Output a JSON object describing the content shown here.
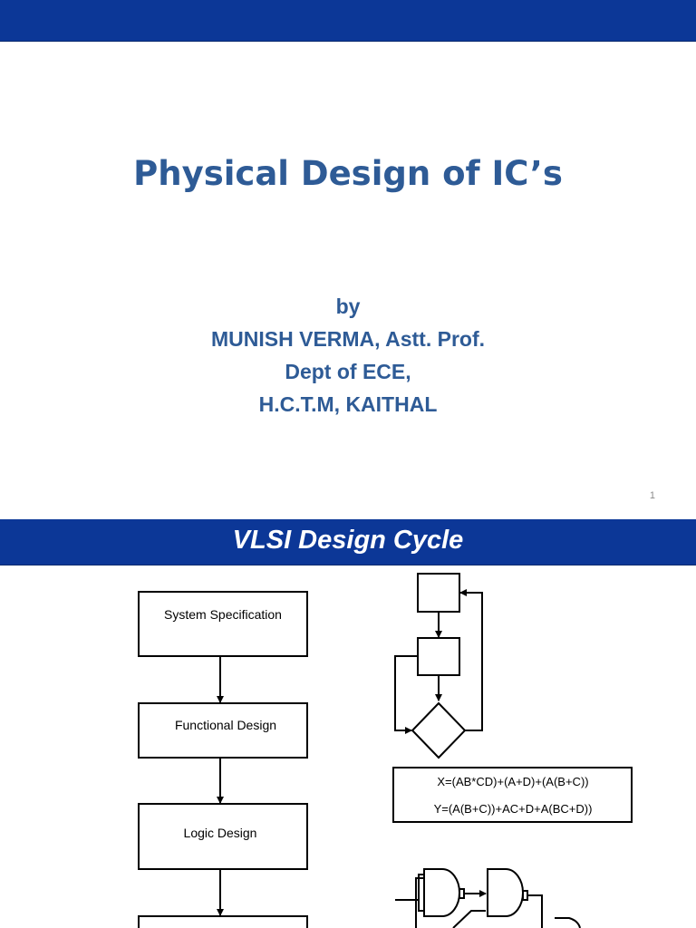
{
  "slide1": {
    "title": "Physical Design of IC’s",
    "author_lines": [
      "by",
      "MUNISH VERMA, Astt. Prof.",
      "Dept of ECE,",
      "H.C.T.M, KAITHAL"
    ],
    "page_number": "1"
  },
  "slide2": {
    "title": "VLSI Design Cycle",
    "flow_steps": [
      "System Specification",
      "Functional Design",
      "Logic Design"
    ],
    "equations": [
      "X=(AB*CD)+(A+D)+(A(B+C))",
      "Y=(A(B+C))+AC+D+A(BC+D))"
    ]
  },
  "colors": {
    "bar": "#0c3797",
    "title_text": "#2e5b96"
  }
}
